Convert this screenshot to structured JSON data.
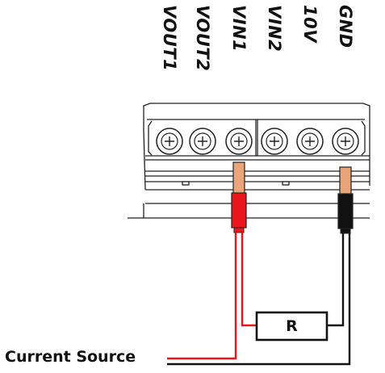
{
  "terminals": [
    {
      "label": "VOUT1"
    },
    {
      "label": "VOUT2"
    },
    {
      "label": "VIN1"
    },
    {
      "label": "VIN2"
    },
    {
      "label": "10V"
    },
    {
      "label": "GND"
    }
  ],
  "resistor": {
    "label": "R"
  },
  "source": {
    "label": "Current Source"
  },
  "colors": {
    "red_wire": "#e8161b",
    "black_wire": "#111111",
    "copper": "#e8a57a",
    "outline": "#222222"
  }
}
